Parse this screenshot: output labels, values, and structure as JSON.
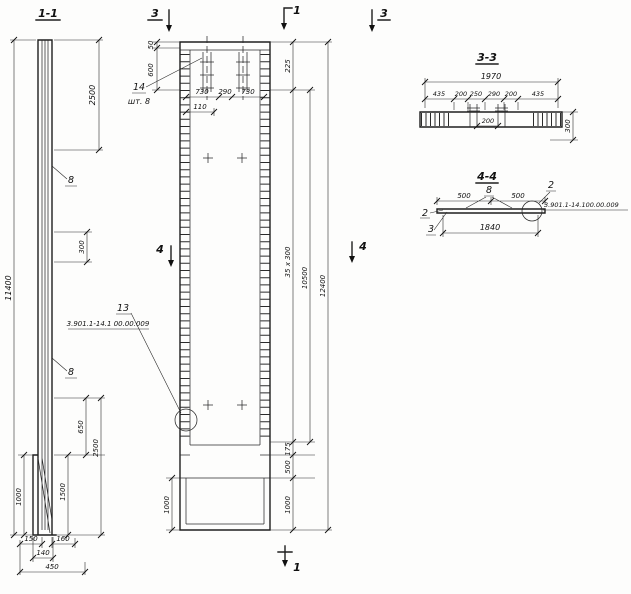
{
  "s11": {
    "title": "1-1",
    "d2500_top": "2500",
    "pos8_upper": "8",
    "d11400": "11400",
    "d300": "300",
    "pos8_lower": "8",
    "d650": "650",
    "d2500_bottom": "2500",
    "d1500": "1500",
    "d1000": "1000",
    "d150": "150",
    "d160": "160",
    "d140": "140",
    "d450": "450"
  },
  "elev": {
    "mark3_left": "3",
    "mark1_top": "1",
    "mark3_right": "3",
    "mark4_left": "4",
    "mark4_right": "4",
    "mark1_bottom": "1",
    "d50": "50",
    "d600": "600",
    "pos14": "14",
    "pos14_qty": "шт. 8",
    "d730_left": "730",
    "d290": "290",
    "d730_right": "730",
    "d110": "110",
    "d225": "225",
    "d35x300": "35 x 300",
    "d10500": "10500",
    "d12400": "12400",
    "d175": "175",
    "d500": "500",
    "d1000_right": "1000",
    "d1000_left": "1000",
    "pos13": "13",
    "pos13_ref": "3.901.1-14.1 00.00.009"
  },
  "s33": {
    "title": "3-3",
    "d1970": "1970",
    "d435_left": "435",
    "d200_1": "200",
    "d250": "250",
    "d290": "290",
    "d200_2": "200",
    "d435_right": "435",
    "d200_mid": "200",
    "d300": "300"
  },
  "s44": {
    "title": "4-4",
    "d500_left": "500",
    "pos8": "8",
    "d500_right": "500",
    "pos2_top": "2",
    "pos2_left": "2",
    "pos3": "3",
    "ref": "3.901.1-14.100.00.009",
    "d1840": "1840"
  }
}
